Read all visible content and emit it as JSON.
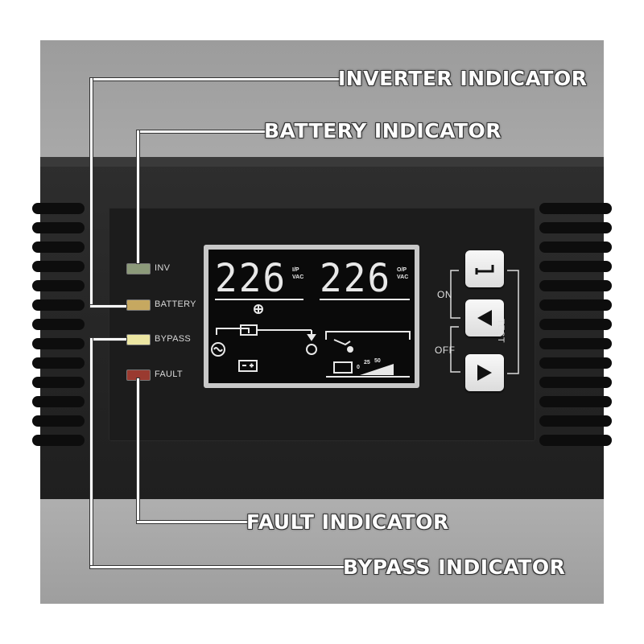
{
  "callouts": {
    "inverter": "INVERTER INDICATOR",
    "battery": "BATTERY INDICATOR",
    "fault": "FAULT INDICATOR",
    "bypass": "BYPASS INDICATOR"
  },
  "leds": [
    {
      "label": "INV",
      "color": "#8c9a7a"
    },
    {
      "label": "BATTERY",
      "color": "#c6a860"
    },
    {
      "label": "BYPASS",
      "color": "#ece6a2"
    },
    {
      "label": "FAULT",
      "color": "#9a3a30"
    }
  ],
  "lcd": {
    "input_voltage": "226",
    "input_unit_top": "I/P",
    "input_unit_bottom": "VAC",
    "output_voltage": "226",
    "output_unit_top": "O/P",
    "output_unit_bottom": "VAC",
    "load_scale_0": "0",
    "load_scale_25": "25",
    "load_scale_50": "50"
  },
  "keys": {
    "on_label": "ON",
    "off_label": "OFF",
    "test_label": "TEST"
  }
}
